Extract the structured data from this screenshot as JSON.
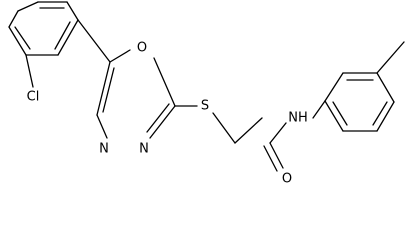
{
  "structure": {
    "atom_labels": {
      "chlorine": "Cl",
      "ring_oxygen": "O",
      "ring_nitrogen_left": "N",
      "ring_nitrogen_right": "N",
      "sulfur": "S",
      "amide_nitrogen": "NH",
      "carbonyl_oxygen": "O"
    }
  }
}
